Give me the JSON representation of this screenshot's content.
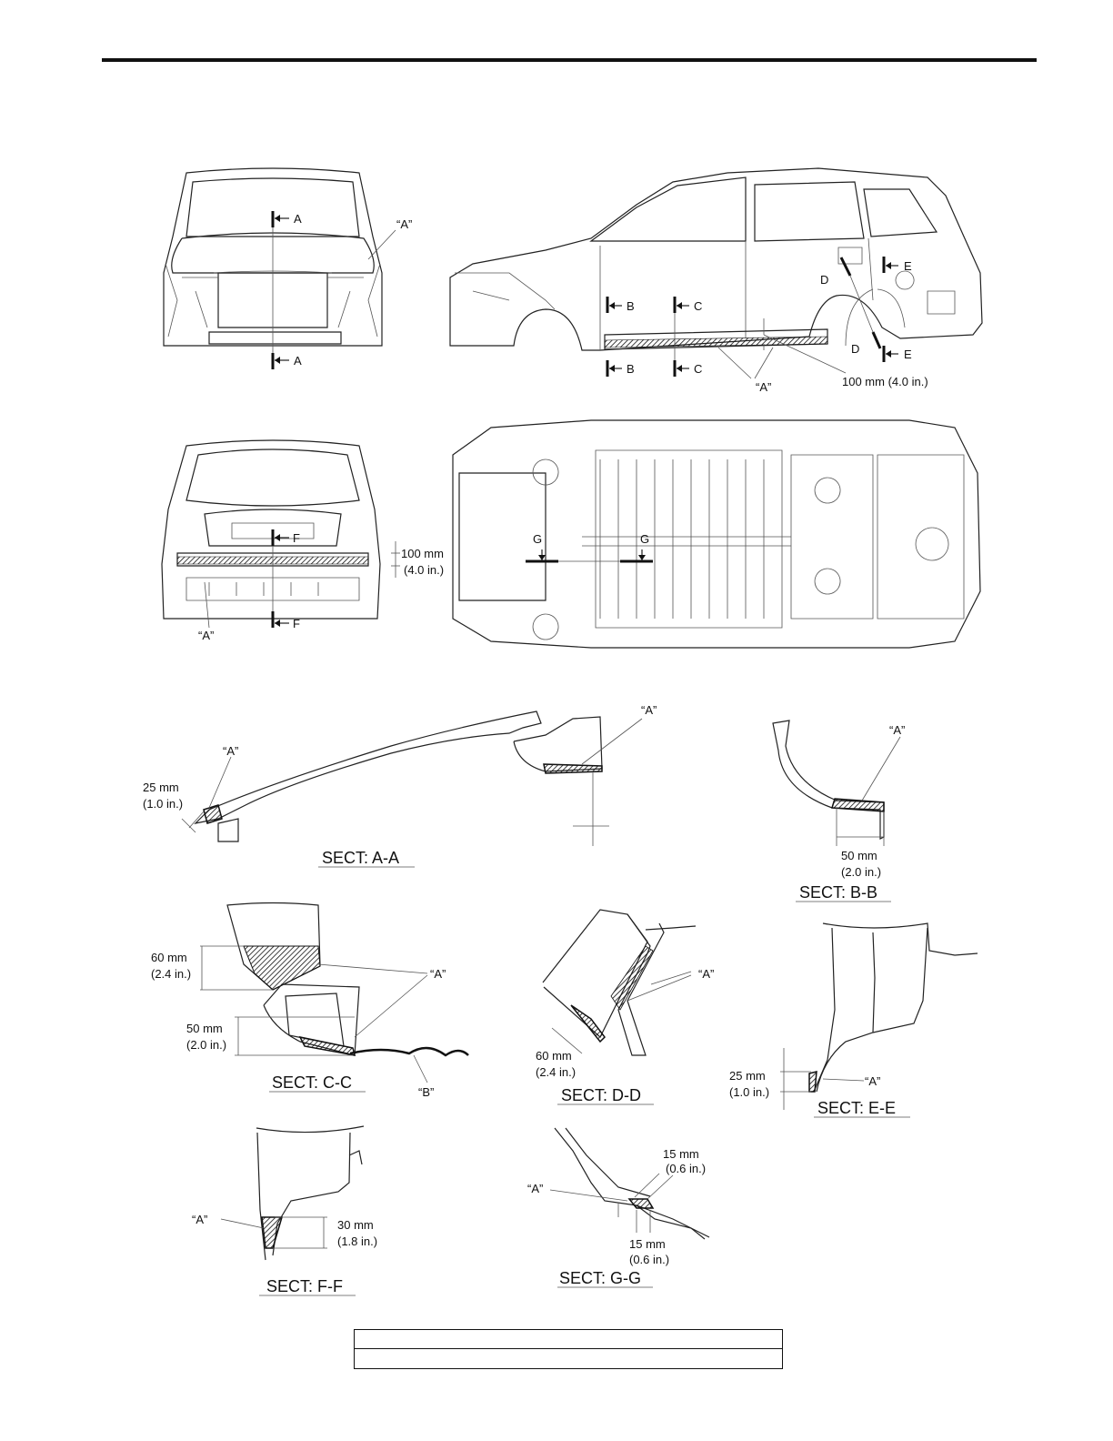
{
  "labels": {
    "a": "A",
    "b": "B",
    "c": "C",
    "d": "D",
    "e": "E",
    "f": "F",
    "g": "G",
    "quote_a": "“A”",
    "quote_a_alt": "“A”",
    "quote_b": "“B”"
  },
  "dimensions": {
    "d100mm": "100 mm (4.0 in.)",
    "d100mm_line1": "100 mm",
    "d100mm_line2": "(4.0 in.)",
    "d25mm_1": "25 mm",
    "d25mm_2": "(1.0 in.)",
    "d50mm_1": "50 mm",
    "d50mm_2": "(2.0 in.)",
    "d60mm_1": "60 mm",
    "d60mm_2": "(2.4 in.)",
    "d30mm_1": "30 mm",
    "d30mm_2": "(1.8 in.)",
    "d15mm_1": "15 mm",
    "d15mm_2": "(0.6 in.)"
  },
  "sections": {
    "aa": "SECT: A-A",
    "bb": "SECT: B-B",
    "cc": "SECT: C-C",
    "dd": "SECT: D-D",
    "ee": "SECT: E-E",
    "ff": "SECT: F-F",
    "gg": "SECT: G-G"
  }
}
